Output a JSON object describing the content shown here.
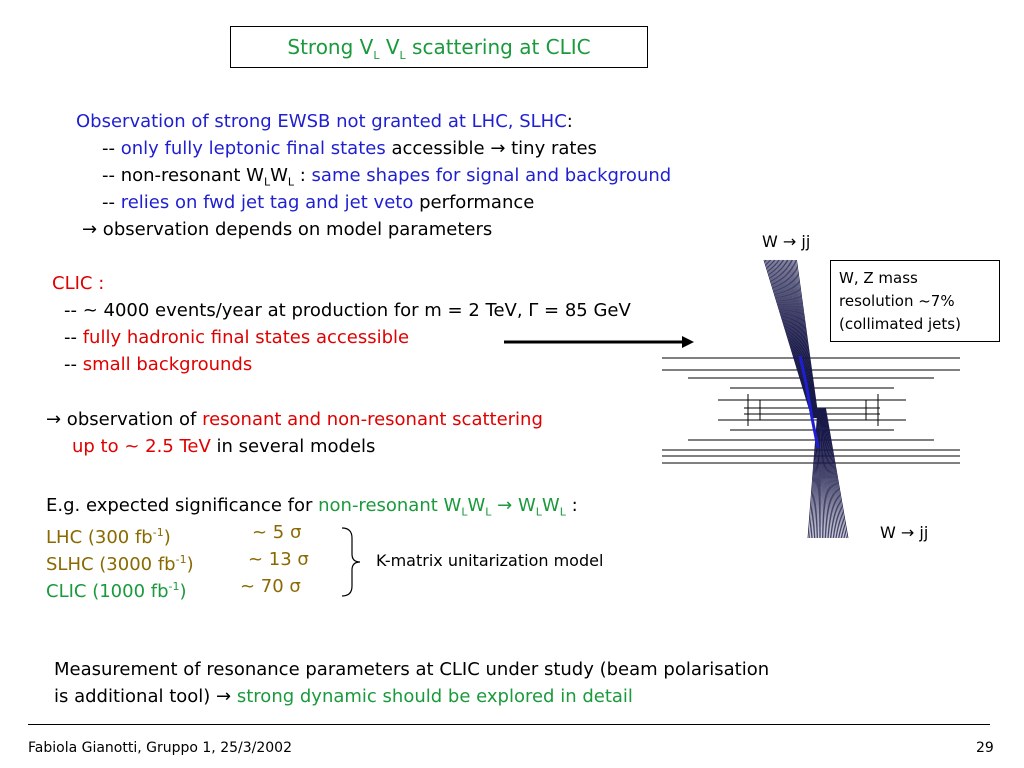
{
  "title": {
    "pre": "Strong V",
    "sub1": "L",
    "mid": " V",
    "sub2": "L",
    "post": "  scattering at  CLIC"
  },
  "lhc": {
    "heading_blue": "Observation of strong EWSB not granted at LHC, SLHC",
    "heading_colon": ":",
    "b1_dash": "-- ",
    "b1_blue": "only fully leptonic final states",
    "b1_rest": " accessible → tiny rates",
    "b2_pre": "-- non-resonant W",
    "b2_sub1": "L",
    "b2_w": "W",
    "b2_sub2": "L",
    "b2_colon": " : ",
    "b2_blue": "same shapes for signal and background",
    "b3_dash": "-- ",
    "b3_blue": "relies on fwd jet tag and jet veto",
    "b3_rest": " performance",
    "conclusion": "→ observation depends on model parameters"
  },
  "clic": {
    "heading": "CLIC :",
    "b1": "-- ~ 4000 events/year at production for m = 2 TeV, Γ = 85 GeV",
    "b2_dash": "-- ",
    "b2_red": "fully hadronic final states accessible",
    "b3_dash": "-- ",
    "b3_red": "small backgrounds"
  },
  "observation": {
    "pre": "→ observation of ",
    "red1": "resonant and non-resonant scattering",
    "red2": "up to  ~ 2.5 TeV",
    "post": " in several models"
  },
  "significance": {
    "pre": "E.g. expected significance for ",
    "green_a": "non-resonant W",
    "sub_a": "L",
    "green_b": "W",
    "sub_b": "L",
    "green_c": " → W",
    "sub_c": "L",
    "green_d": "W",
    "sub_d": "L",
    "colon": " :",
    "rows": [
      {
        "label": "LHC  (300 fb",
        "sup": "-1",
        "close": ")",
        "value": "~ 5 σ"
      },
      {
        "label": "SLHC  (3000 fb",
        "sup": "-1",
        "close": ")",
        "value": "~ 13 σ"
      },
      {
        "label": "CLIC (1000 fb",
        "sup": "-1",
        "close": ")",
        "value": "~ 70 σ"
      }
    ],
    "model_note": "K-matrix unitarization model"
  },
  "measurement": {
    "line1": "Measurement of resonance parameters at CLIC under study (beam polarisation",
    "line2_pre": "is additional tool) → ",
    "line2_green": "strong dynamic should be explored in detail"
  },
  "figure": {
    "top_label": "W → jj",
    "bottom_label": "W → jj",
    "box_lines": [
      "W, Z mass",
      "resolution ~7%",
      "(collimated jets)"
    ]
  },
  "footer": {
    "author": "Fabiola Gianotti,  Gruppo 1, 25/3/2002",
    "page": "29"
  },
  "colors": {
    "blue": "#1f1fd1",
    "red": "#e00000",
    "green": "#1a9a3c",
    "olive": "#8a6a00"
  }
}
